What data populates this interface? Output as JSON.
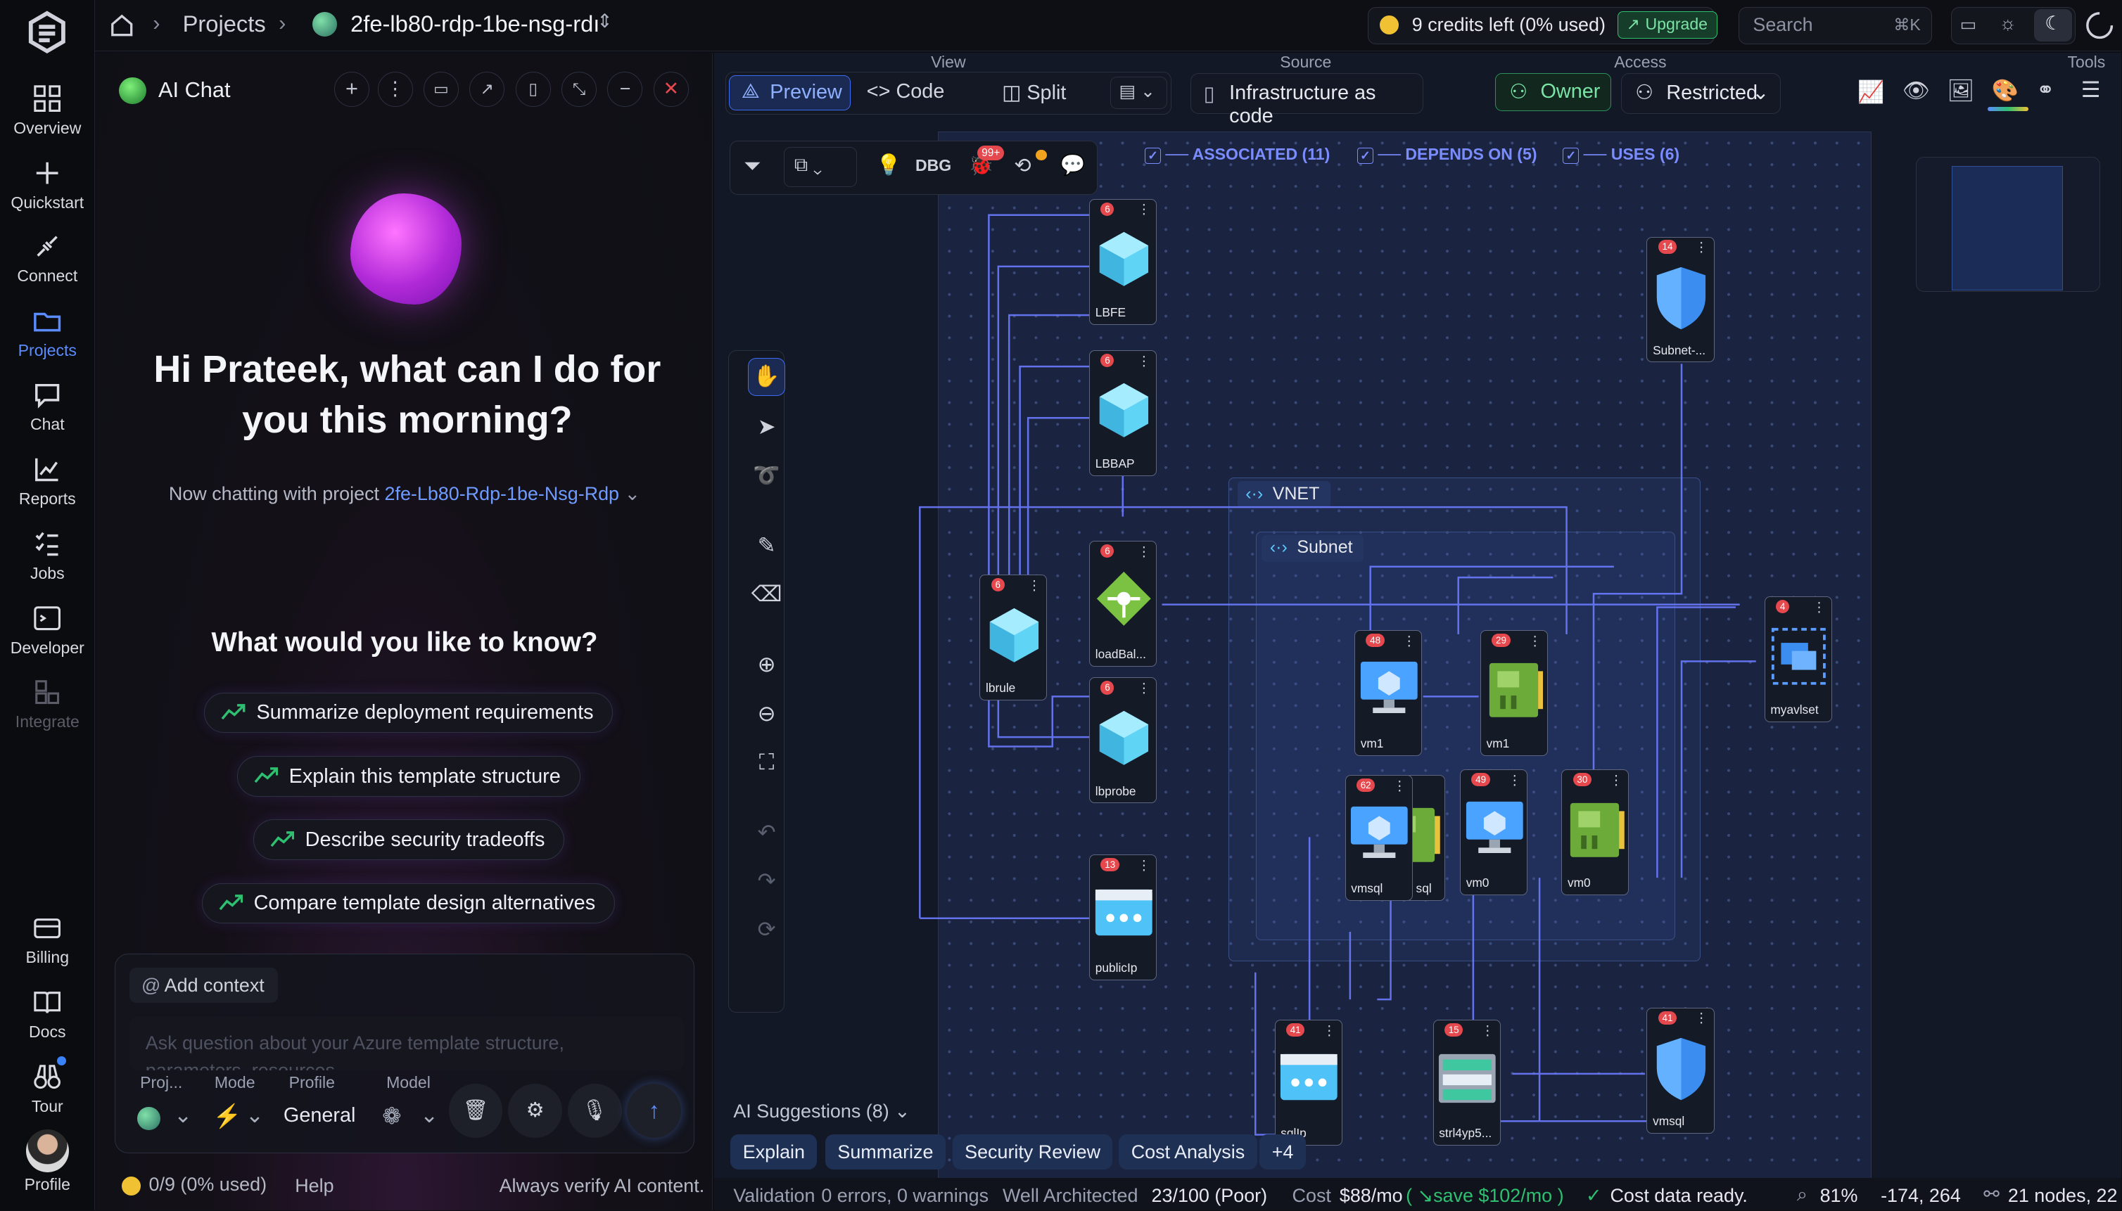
{
  "nav": {
    "items": [
      {
        "label": "Overview"
      },
      {
        "label": "Quickstart"
      },
      {
        "label": "Connect"
      },
      {
        "label": "Projects"
      },
      {
        "label": "Chat"
      },
      {
        "label": "Reports"
      },
      {
        "label": "Jobs"
      },
      {
        "label": "Developer"
      },
      {
        "label": "Integrate"
      }
    ],
    "bottom": [
      {
        "label": "Billing"
      },
      {
        "label": "Docs"
      },
      {
        "label": "Tour"
      },
      {
        "label": "Profile"
      }
    ]
  },
  "topbar": {
    "crumb_projects": "Projects",
    "project_name": "2fe-lb80-rdp-1be-nsg-rdı",
    "credits": "9 credits left (0% used)",
    "upgrade": "Upgrade",
    "search_placeholder": "Search",
    "search_shortcut": "⌘K"
  },
  "chat": {
    "title": "AI Chat",
    "greeting": "Hi Prateek, what can I do for you this morning?",
    "chatting_prefix": "Now chatting with project",
    "chatting_project": "2fe-Lb80-Rdp-1be-Nsg-Rdp",
    "question": "What would you like to know?",
    "suggestions": [
      "Summarize deployment requirements",
      "Explain this template structure",
      "Describe security tradeoffs",
      "Compare template design alternatives"
    ],
    "add_context": "Add context",
    "input_placeholder": "Ask question about your Azure template structure, parameters, resources...",
    "labels": {
      "project": "Proj...",
      "mode": "Mode",
      "profile": "Profile",
      "model": "Model"
    },
    "profile_value": "General",
    "usage": "0/9 (0% used)",
    "help": "Help",
    "disclaimer": "Always verify AI content."
  },
  "view": {
    "section_view": "View",
    "section_source": "Source",
    "section_access": "Access",
    "section_tools": "Tools",
    "preview": "Preview",
    "code": "Code",
    "split": "Split",
    "source": "Infrastructure as code",
    "owner": "Owner",
    "restricted": "Restricted"
  },
  "canvas": {
    "dbg": "DBG",
    "notif_badge": "99+",
    "legend": [
      {
        "label": "ASSOCIATED (11)"
      },
      {
        "label": "DEPENDS ON (5)"
      },
      {
        "label": "USES (6)"
      }
    ],
    "groups": {
      "vnet": "VNET",
      "subnet": "Subnet"
    },
    "nodes": [
      {
        "label": "LBFE",
        "badge": "6"
      },
      {
        "label": "LBBAP",
        "badge": "6"
      },
      {
        "label": "loadBal...",
        "badge": "6"
      },
      {
        "label": "lbrule",
        "badge": "6"
      },
      {
        "label": "lbprobe",
        "badge": "6"
      },
      {
        "label": "publicIp",
        "badge": "13"
      },
      {
        "label": "Subnet-...",
        "badge": "14"
      },
      {
        "label": "myavlset",
        "badge": "4"
      },
      {
        "label": "vm1",
        "badge": "48"
      },
      {
        "label": "vm1",
        "badge": "29"
      },
      {
        "label": "vmsql",
        "badge": "62"
      },
      {
        "label": "sql",
        "badge": ""
      },
      {
        "label": "vm0",
        "badge": "49"
      },
      {
        "label": "vm0",
        "badge": "30"
      },
      {
        "label": "sqlIp",
        "badge": "41"
      },
      {
        "label": "strl4yp5...",
        "badge": "15"
      },
      {
        "label": "vmsql",
        "badge": "41"
      }
    ],
    "ai_suggestions": "AI Suggestions (8)",
    "suggest_buttons": [
      "Explain",
      "Summarize",
      "Security Review",
      "Cost Analysis",
      "+4"
    ]
  },
  "status": {
    "validation_label": "Validation",
    "validation": "0 errors, 0 warnings",
    "wa_label": "Well Architected",
    "wa_value": "23/100 (Poor)",
    "cost_label": "Cost",
    "cost": "$88/mo",
    "save": "( ↘save $102/mo )",
    "cost_ready": "Cost data ready.",
    "zoom": "81%",
    "coords": "-174, 264",
    "nodes": "21 nodes, 22"
  },
  "colors": {
    "accent": "#5b8cff",
    "edge": "#6b7bff",
    "badge": "#e5484d",
    "upgrade": "#2fbf71"
  }
}
